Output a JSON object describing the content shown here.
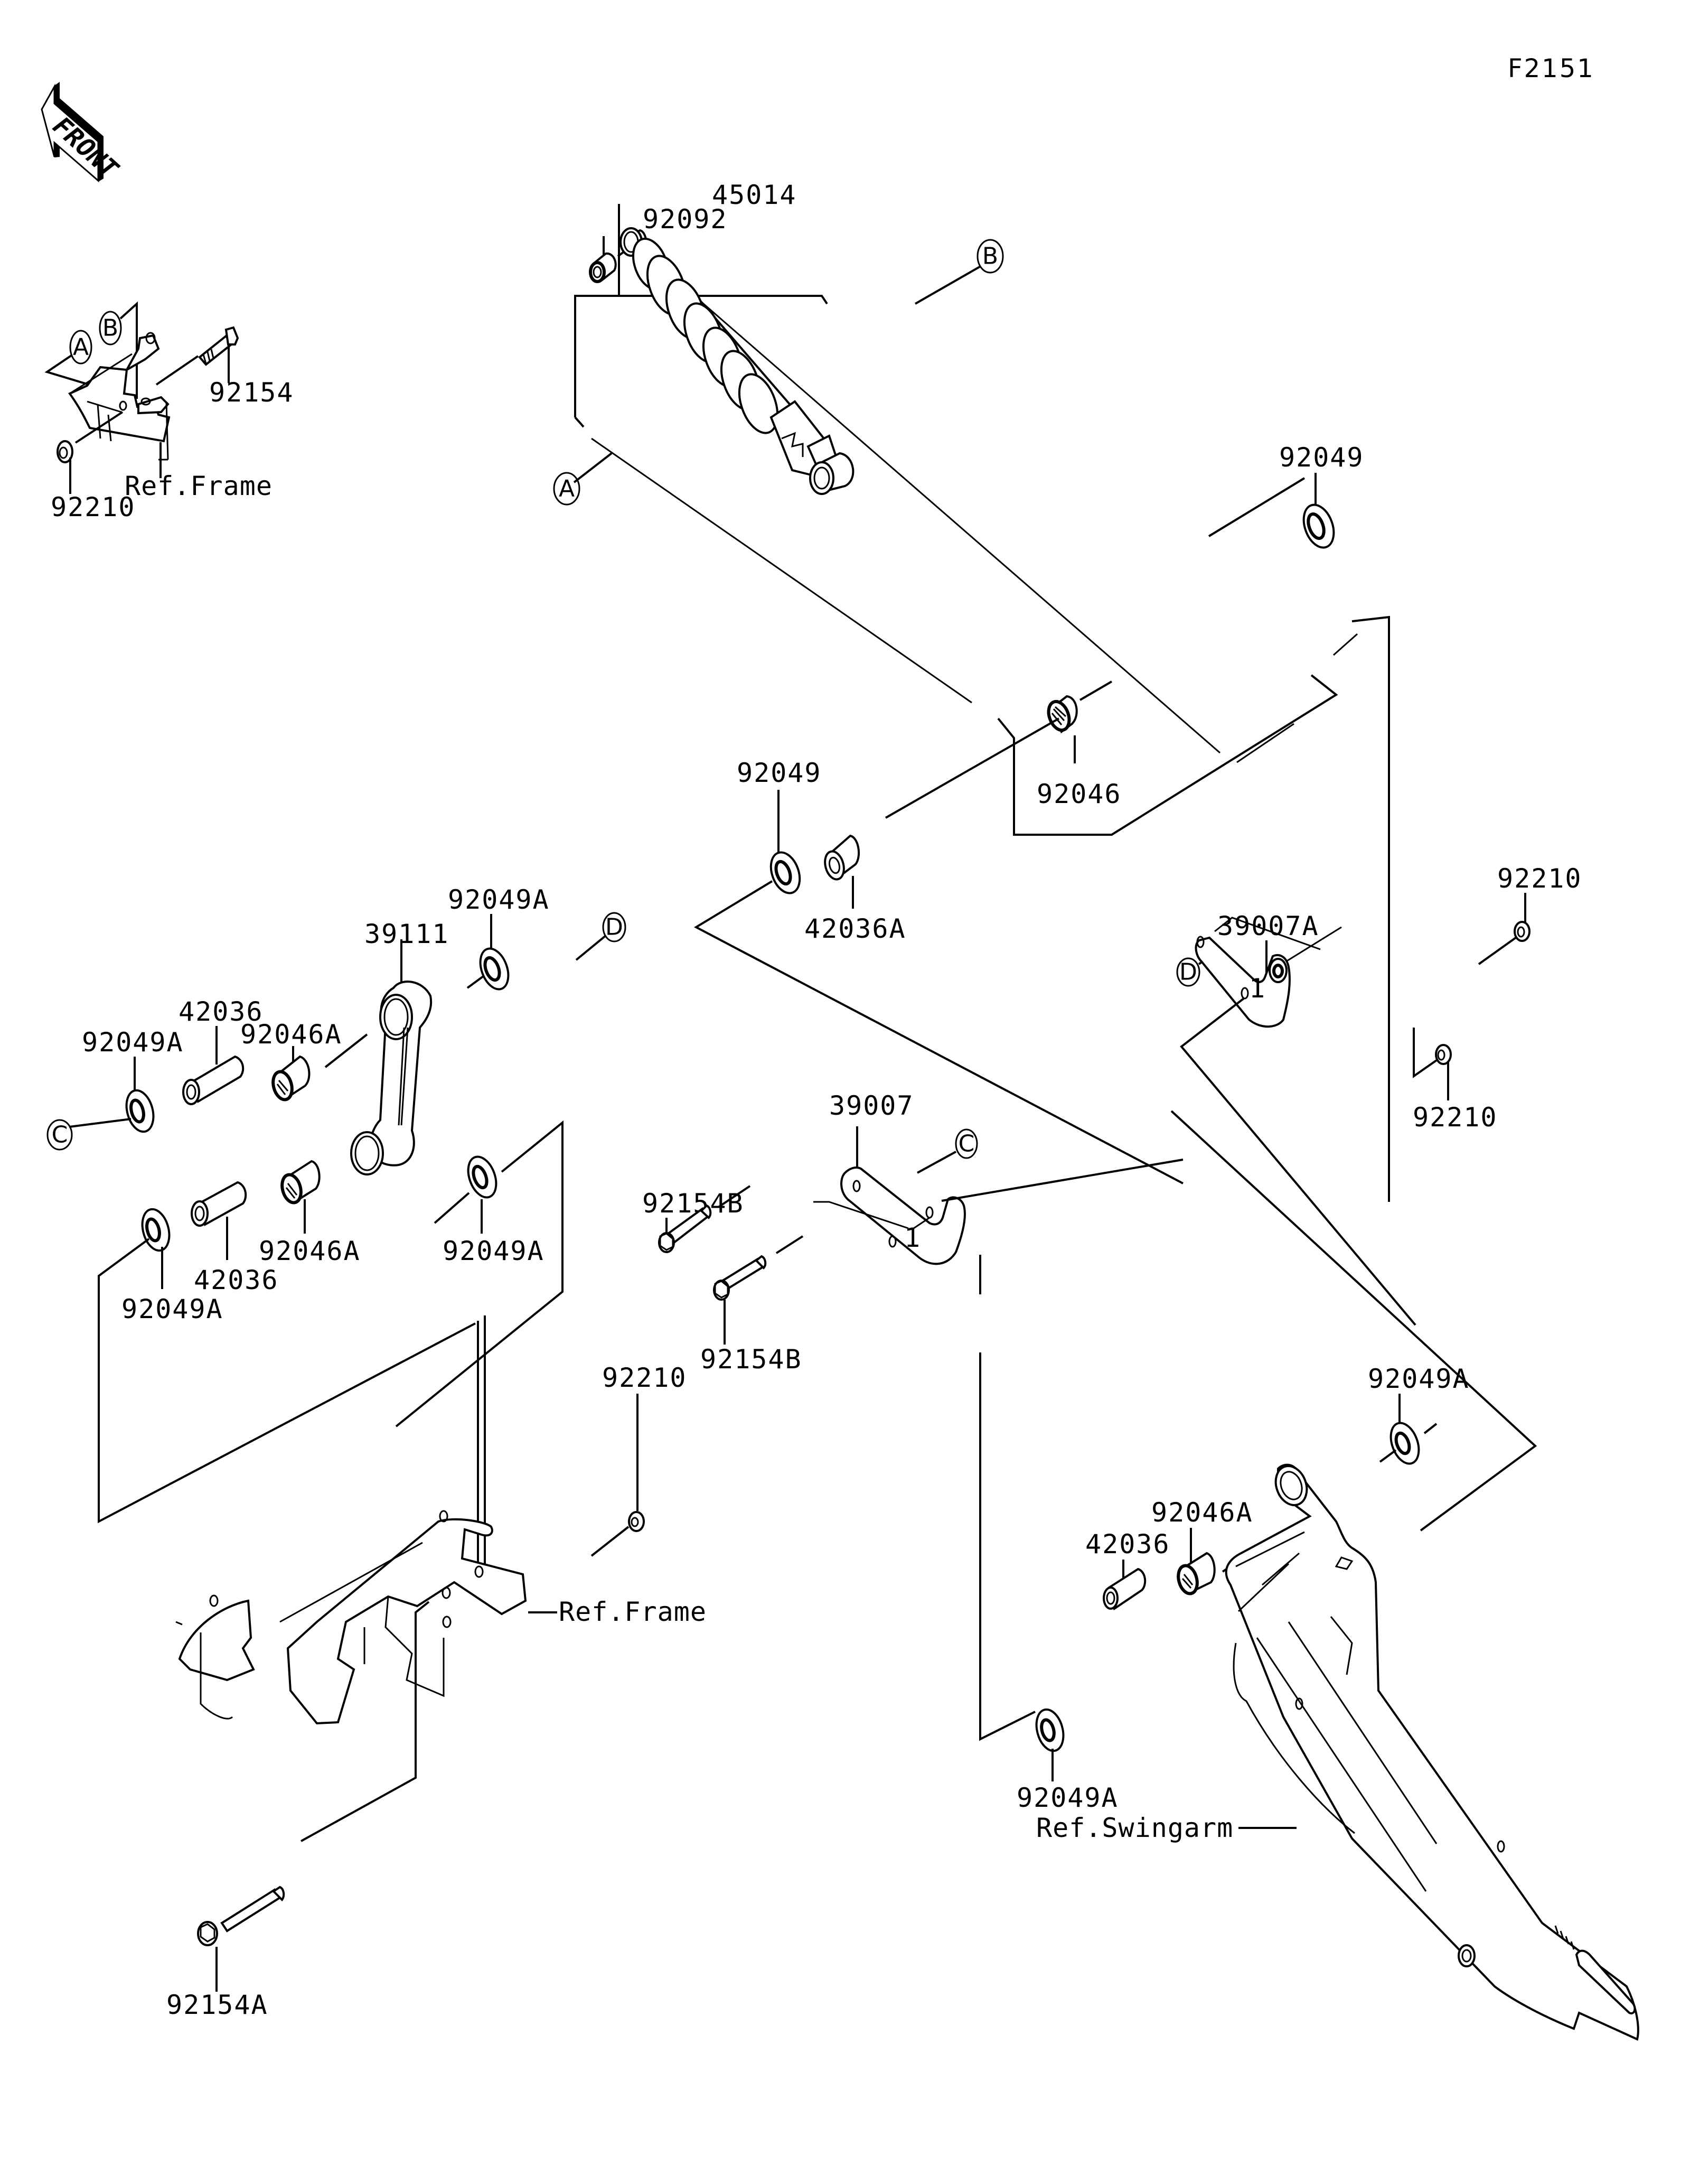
{
  "diagram": {
    "figure_code": "F2151",
    "front_arrow_label": "FRONT",
    "callouts": {
      "A": "A",
      "B": "B",
      "C": "C",
      "D": "D"
    },
    "references": {
      "frame": "Ref.Frame",
      "swingarm": "Ref.Swingarm"
    },
    "parts": {
      "shock_absorber": "45014",
      "shock_bushing": "92092",
      "shock_upper_bolt": "92154",
      "shock_upper_nut": "92210",
      "shock_seal_upper_right": "92049",
      "shock_bearing_lower": "92046",
      "shock_seal_lower_left": "92049",
      "shock_collar_lower": "42036A",
      "rocker_arm": "39007A",
      "rocker_arm_nut_upper": "92210",
      "rocker_arm_nut_lower": "92210",
      "tie_rod": "39111",
      "tie_rod_seal_upper_right": "92049A",
      "tie_rod_bearing_upper": "92046A",
      "tie_rod_collar_upper": "42036",
      "tie_rod_seal_upper_left": "92049A",
      "tie_rod_seal_lower_right": "92049A",
      "tie_rod_bearing_lower": "92046A",
      "tie_rod_collar_lower": "42036",
      "tie_rod_seal_lower_left": "92049A",
      "link_plate": "39007",
      "link_plate_bolt_upper": "92154B",
      "link_plate_bolt_lower": "92154B",
      "frame_nut": "92210",
      "frame_bolt": "92154A",
      "swingarm_seal_right": "92049A",
      "swingarm_bearing": "92046A",
      "swingarm_collar": "42036",
      "swingarm_seal_left": "92049A",
      "link_plate_sub_index": "1",
      "rocker_sub_index": "1"
    }
  }
}
